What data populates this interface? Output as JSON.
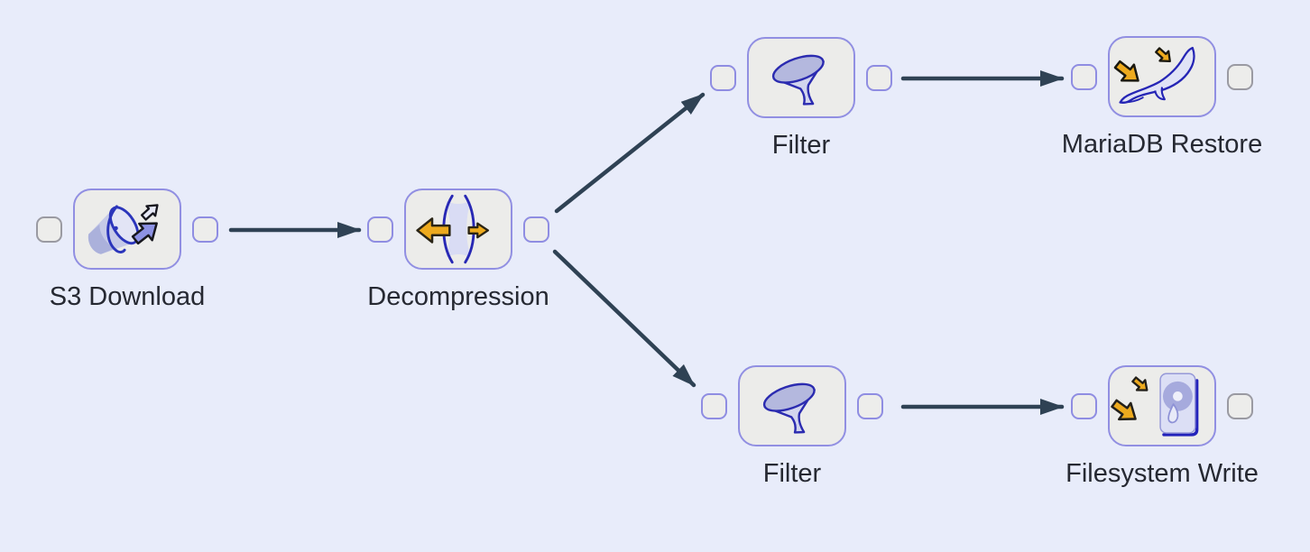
{
  "app": {
    "view": "workflow-canvas",
    "background_color": "#e8ecfa"
  },
  "nodes": [
    {
      "id": "s3-download",
      "label": "S3 Download",
      "icon": "s3-bucket-icon",
      "input_connected": false,
      "output_connected": true
    },
    {
      "id": "decompression",
      "label": "Decompression",
      "icon": "decompression-icon",
      "input_connected": true,
      "output_connected": true
    },
    {
      "id": "filter-top",
      "label": "Filter",
      "icon": "funnel-icon",
      "input_connected": true,
      "output_connected": true
    },
    {
      "id": "mariadb-restore",
      "label": "MariaDB Restore",
      "icon": "mariadb-seal-icon",
      "input_connected": true,
      "output_connected": false
    },
    {
      "id": "filter-bottom",
      "label": "Filter",
      "icon": "funnel-icon",
      "input_connected": true,
      "output_connected": true
    },
    {
      "id": "filesystem-write",
      "label": "Filesystem Write",
      "icon": "hard-disk-icon",
      "input_connected": true,
      "output_connected": false
    }
  ],
  "edges": [
    {
      "from": "s3-download",
      "to": "decompression"
    },
    {
      "from": "decompression",
      "to": "filter-top"
    },
    {
      "from": "decompression",
      "to": "filter-bottom"
    },
    {
      "from": "filter-top",
      "to": "mariadb-restore"
    },
    {
      "from": "filter-bottom",
      "to": "filesystem-write"
    }
  ],
  "colors": {
    "background": "#e8ecfa",
    "node_fill": "#ececea",
    "node_border": "#918fe2",
    "port_fill": "#ededeb",
    "port_border_connected": "#8f8de2",
    "port_border_unconnected": "#9a9aa2",
    "edge_arrow": "#2f4254",
    "label_text": "#262932",
    "icon_orange": "#edaa1e",
    "icon_navy": "#2a2db8",
    "icon_lavender": "#dcdff5"
  }
}
